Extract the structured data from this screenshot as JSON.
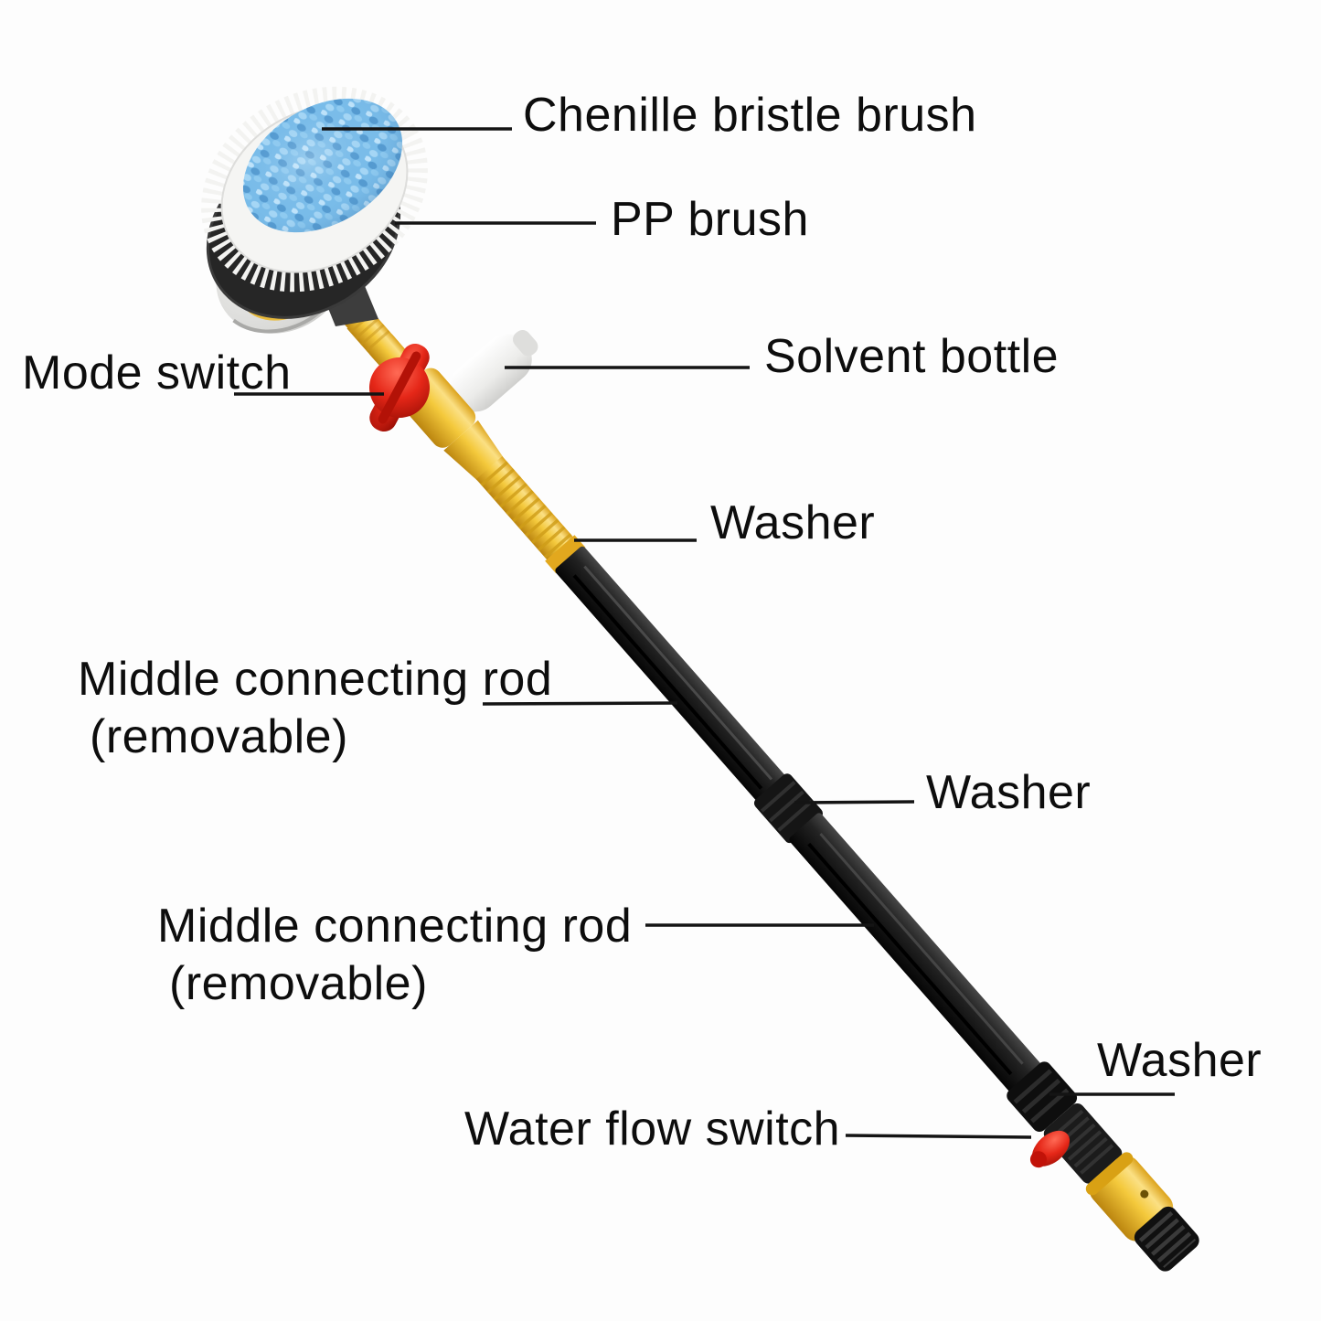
{
  "labels": {
    "chenille_bristle_brush": "Chenille bristle brush",
    "pp_brush": "PP brush",
    "mode_switch": "Mode switch",
    "solvent_bottle": "Solvent bottle",
    "washer_top": "Washer",
    "middle_rod_1_line1": "Middle connecting rod",
    "middle_rod_1_line2": "(removable)",
    "washer_mid": "Washer",
    "middle_rod_2_line1": "Middle connecting rod",
    "middle_rod_2_line2": "(removable)",
    "washer_bottom": "Washer",
    "water_flow_switch": "Water flow switch"
  },
  "colors": {
    "background": "#fdfdfd",
    "text": "#0d0d0d",
    "leader_line": "#141414",
    "brush_blue": "#79bce9",
    "bristle_white": "#f5f5f3",
    "ring_black": "#262626",
    "pole_yellow": "#f4c93c",
    "rod_black": "#1a1a1a",
    "switch_red": "#e52718",
    "bottle_white": "#ececea",
    "connector_yellow": "#f2c12e"
  }
}
